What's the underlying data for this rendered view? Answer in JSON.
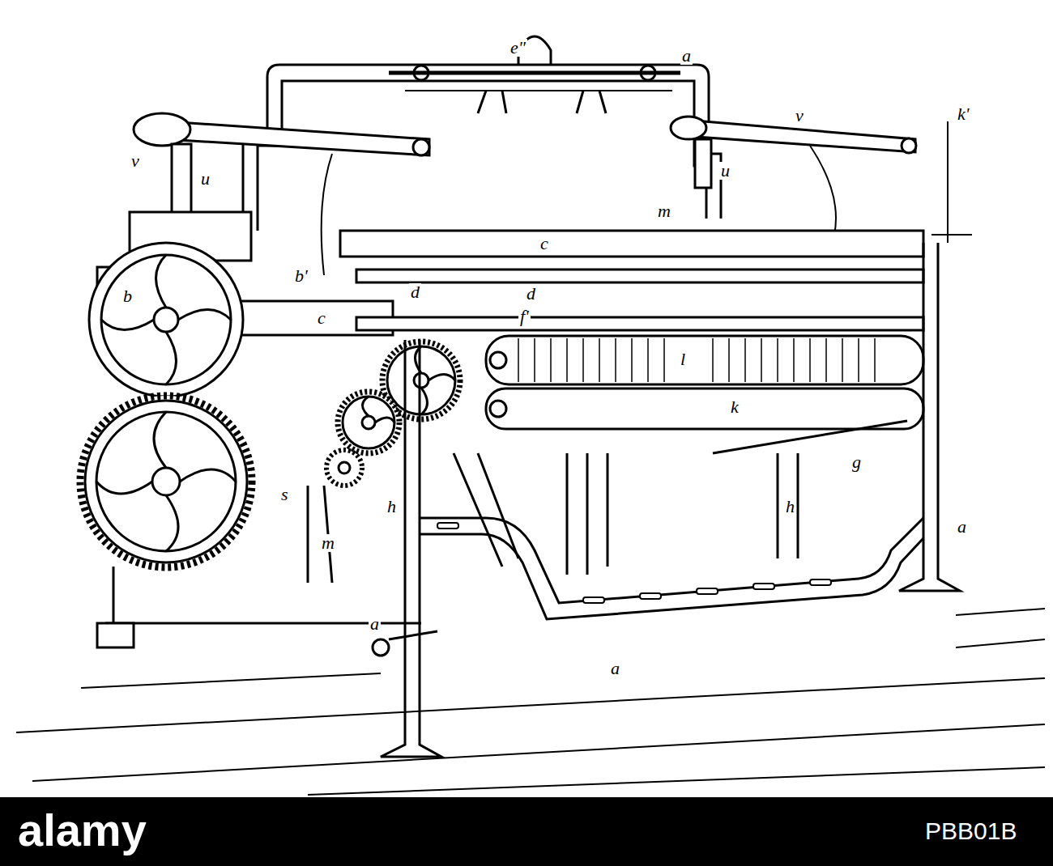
{
  "diagram": {
    "labels": [
      "e\"",
      "a",
      "v",
      "u",
      "v",
      "u",
      "k'",
      "m",
      "c",
      "b'",
      "d",
      "d",
      "f'",
      "b",
      "c",
      "l",
      "k",
      "s",
      "h",
      "m",
      "g",
      "h",
      "a",
      "a",
      "a",
      "alamy",
      "PBB01B"
    ]
  }
}
